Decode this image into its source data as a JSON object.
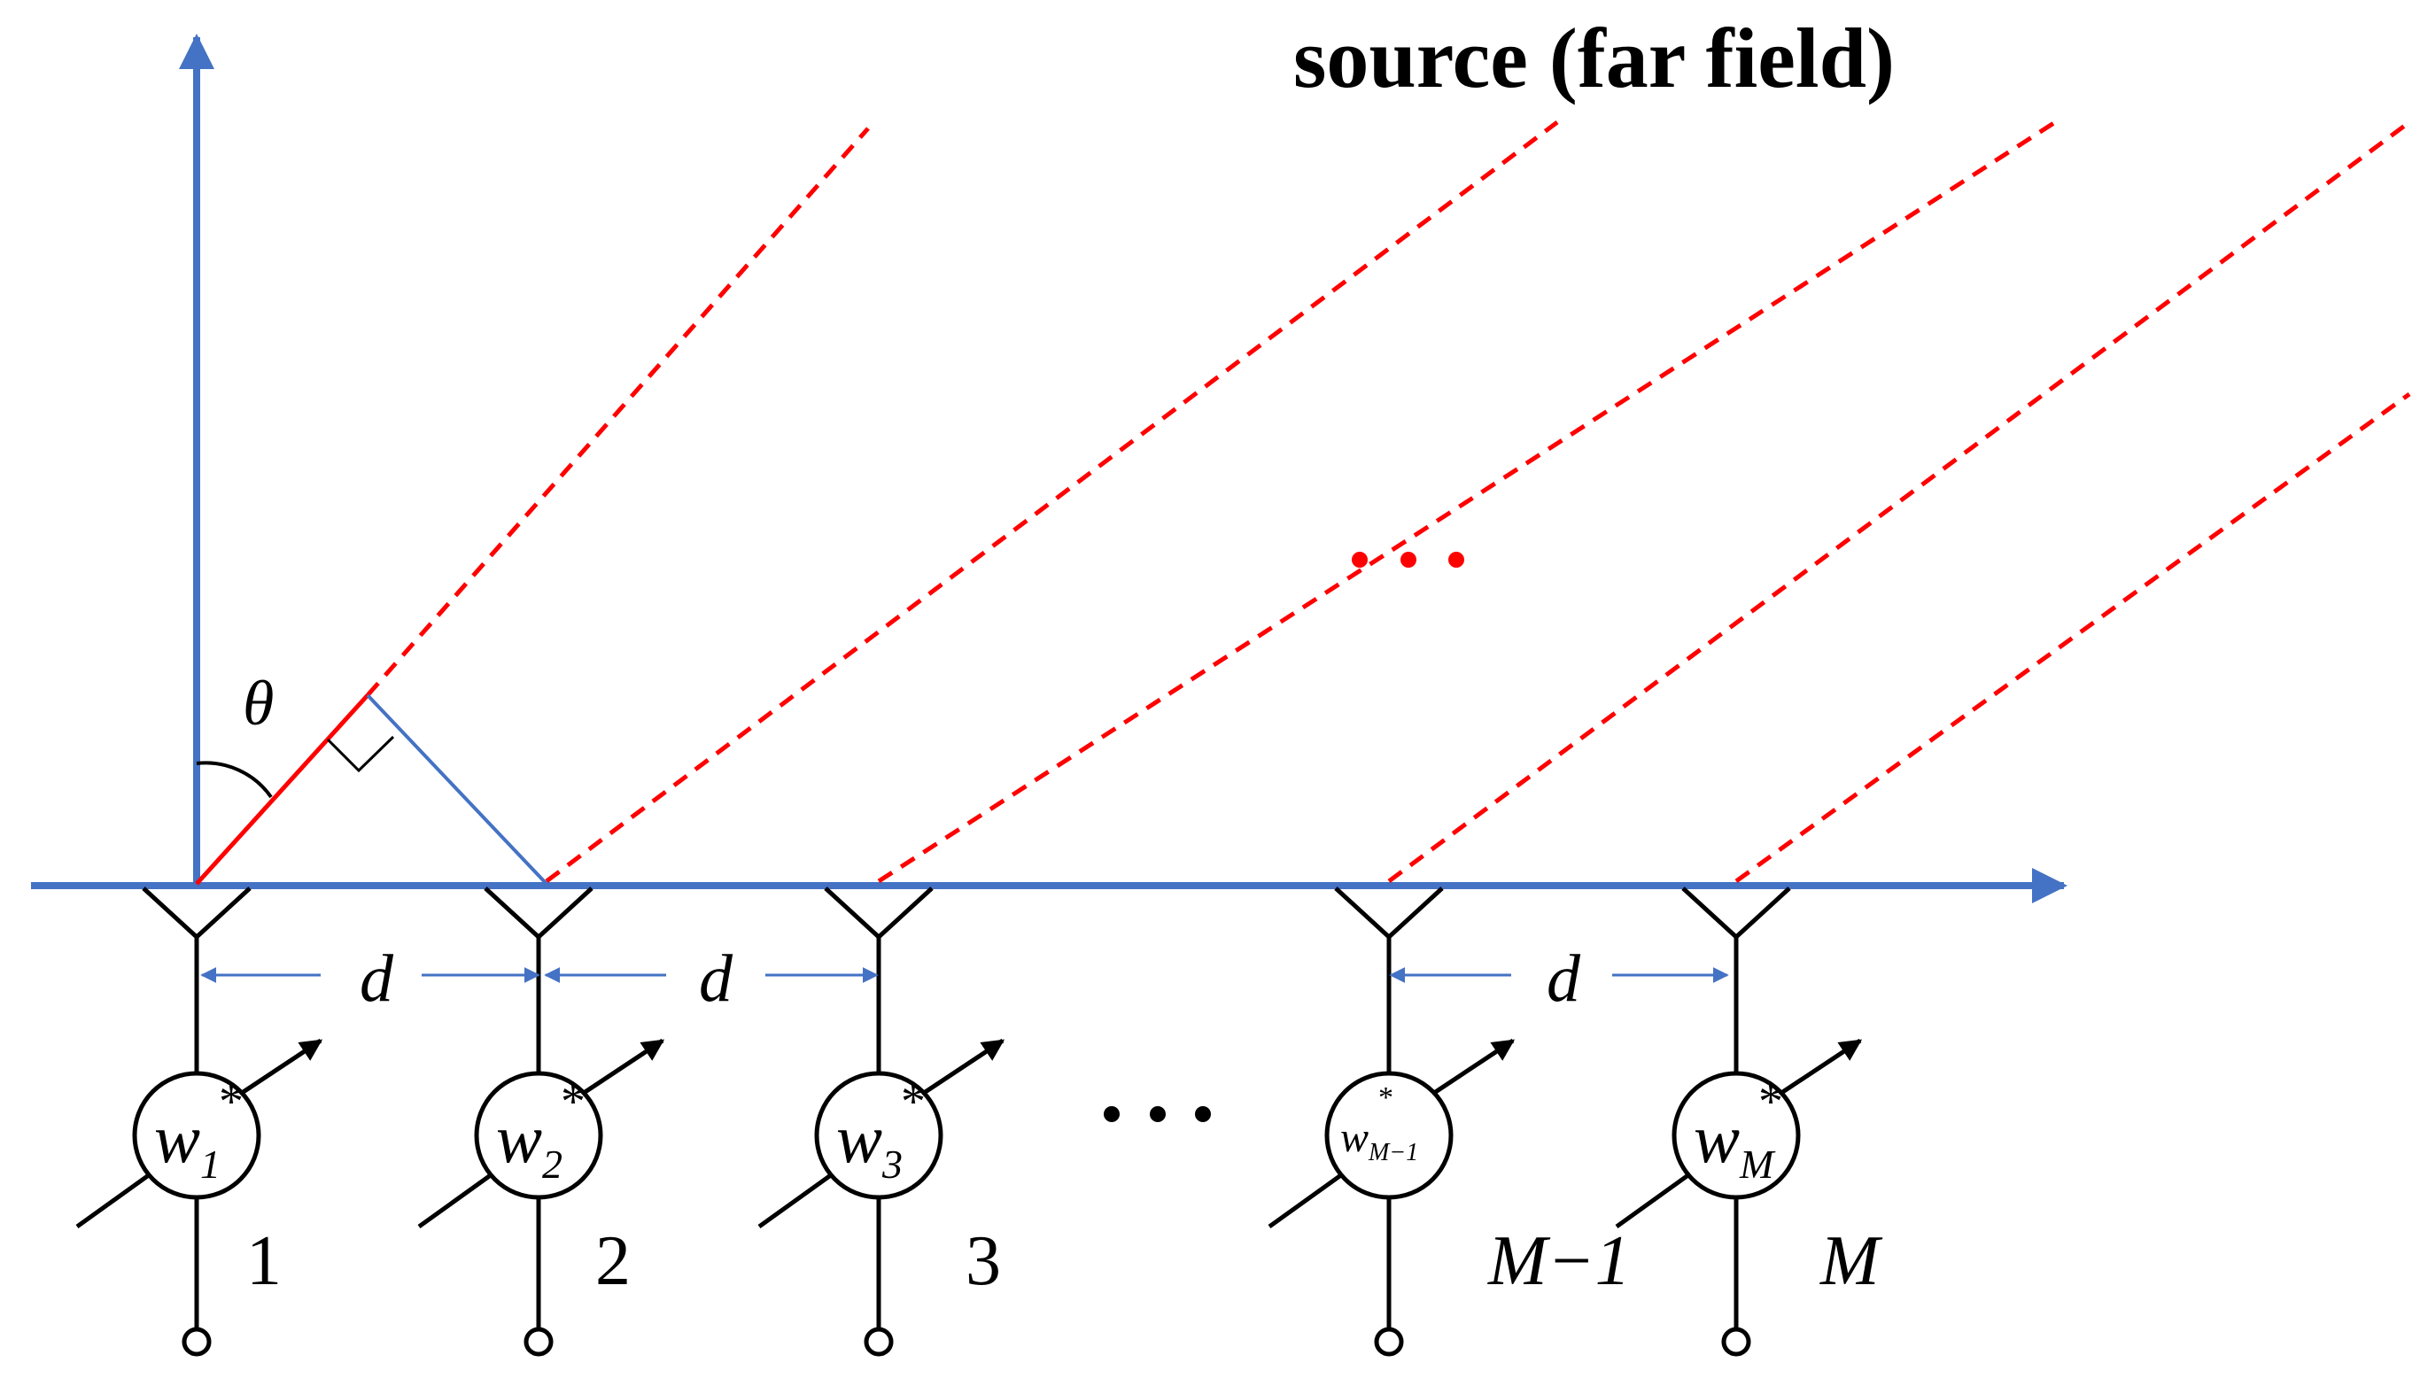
{
  "title": "source  (far field)",
  "angle_label": "θ",
  "spacing_label": "d",
  "weight_base": "w",
  "conjugate_mark": "*",
  "ellipsis": "• • •",
  "elements": [
    {
      "label": "1",
      "sub": "1"
    },
    {
      "label": "2",
      "sub": "2"
    },
    {
      "label": "3",
      "sub": "3"
    },
    {
      "label": "M−1",
      "sub": "M−1"
    },
    {
      "label": "M",
      "sub": "M"
    }
  ],
  "colors": {
    "axis": "#4472C4",
    "wavefront": "#FF0000",
    "ink": "#000000"
  }
}
